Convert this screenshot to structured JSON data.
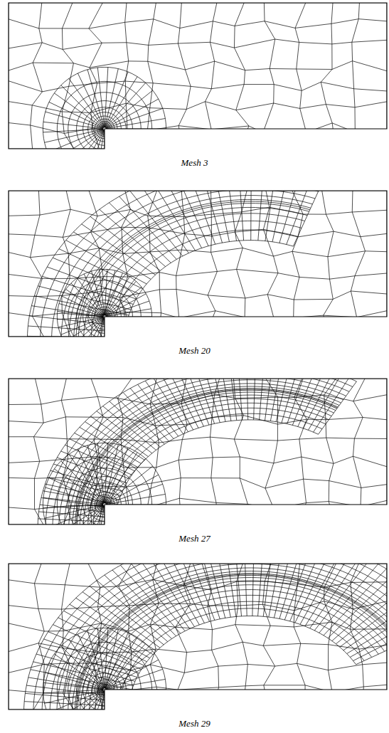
{
  "diagram": {
    "labels": [
      "Mesh 3",
      "Mesh 20",
      "Mesh 27",
      "Mesh 29"
    ]
  }
}
